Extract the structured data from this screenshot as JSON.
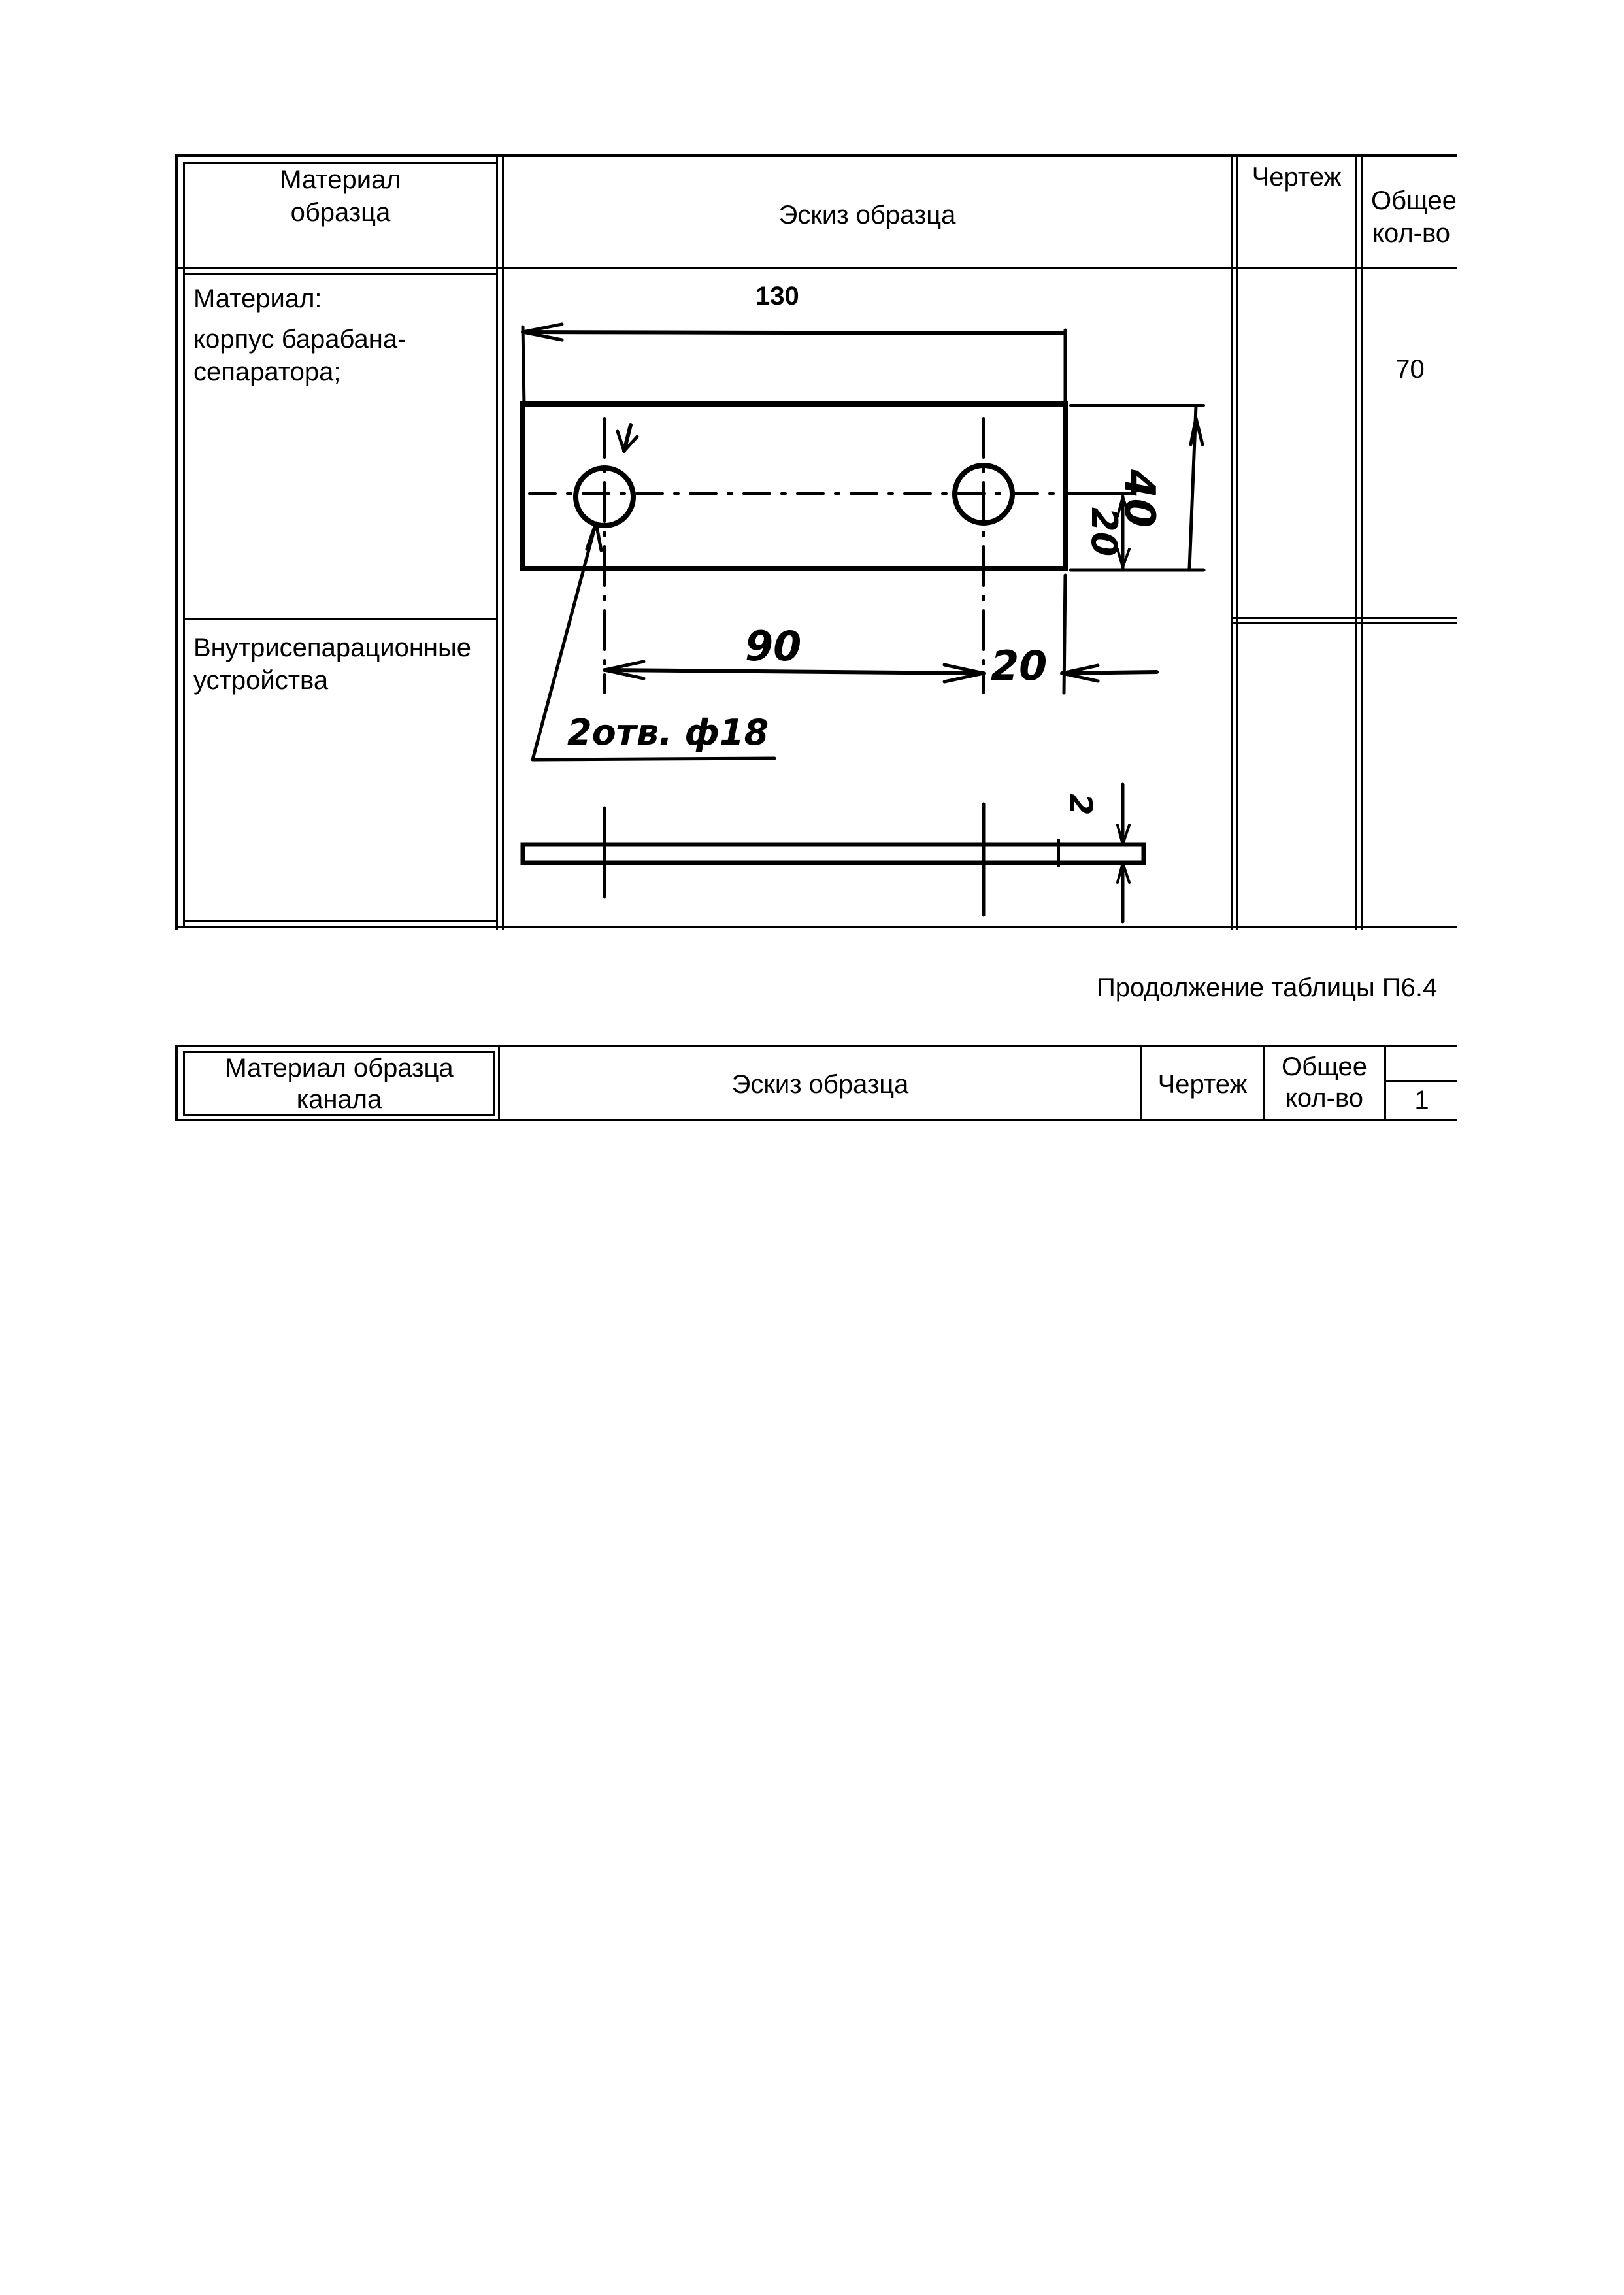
{
  "table1": {
    "header": {
      "material_line1": "Материал",
      "material_line2": "образца",
      "sketch": "Эскиз образца",
      "drawing": "Чертеж",
      "total_line1": "Общее",
      "total_line2": "кол-во"
    },
    "row1": {
      "label_line1": "Материал:",
      "label_line2": "корпус барабана-",
      "label_line3": "сепаратора;",
      "total": "70"
    },
    "row2": {
      "label_line1": "Внутрисепарационные",
      "label_line2": "устройства"
    }
  },
  "sketch": {
    "dim_length": "130",
    "dim_height": "40",
    "dim_hole_offset": "20",
    "dim_hole_spacing": "90",
    "dim_edge": "20",
    "dim_thickness": "2",
    "hole_note": "2отв. ф18"
  },
  "continuation": "Продолжение таблицы П6.4",
  "table2": {
    "material_line1": "Материал образца",
    "material_line2": "канала",
    "sketch": "Эскиз образца",
    "drawing": "Чертеж",
    "total_line1": "Общее",
    "total_line2": "кол-во",
    "col_number": "1"
  }
}
